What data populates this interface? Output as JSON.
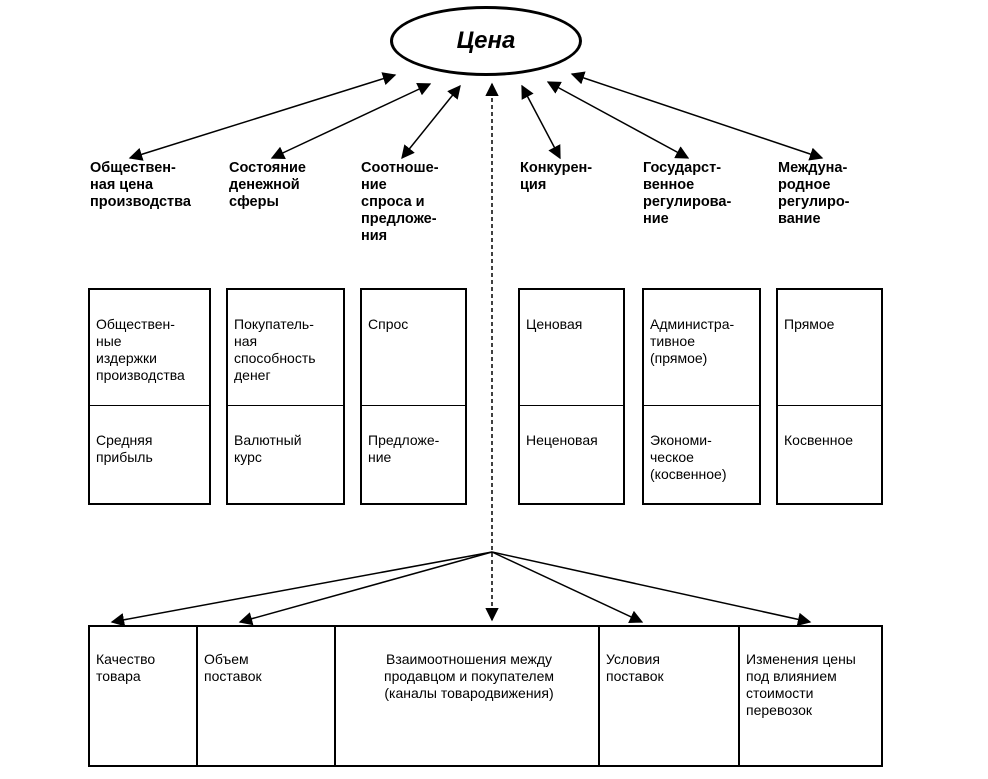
{
  "center": {
    "label": "Цена"
  },
  "factors": [
    {
      "heading": "Обществен-\nная цена\nпроизводства",
      "top": "Обществен-\nные\nиздержки\nпроизводства",
      "bottom": "Средняя\nприбыль"
    },
    {
      "heading": "Состояние\nденежной\nсферы",
      "top": "Покупатель-\nная\nспособность\nденег",
      "bottom": "Валютный\nкурс"
    },
    {
      "heading": "Соотноше-\nние\nспроса и\nпредложе-\nния",
      "top": "Спрос",
      "bottom": "Предложе-\nние"
    },
    {
      "heading": "Конкурен-\nция",
      "top": "Ценовая",
      "bottom": "Неценовая"
    },
    {
      "heading": "Государст-\nвенное\nрегулирова-\nние",
      "top": "Администра-\nтивное\n(прямое)",
      "bottom": "Экономи-\nческое\n(косвенное)"
    },
    {
      "heading": "Междуна-\nродное\nрегулиро-\nвание",
      "top": "Прямое",
      "bottom": "Косвенное"
    }
  ],
  "bottom_items": [
    {
      "label": "Качество\nтовара"
    },
    {
      "label": "Объем\nпоставок"
    },
    {
      "label": "Взаимоотношения между\nпродавцом и покупателем\n(каналы товародвижения)"
    },
    {
      "label": "Условия\nпоставок"
    },
    {
      "label": "Изменения цены\nпод влиянием\nстоимости\nперевозок"
    }
  ]
}
